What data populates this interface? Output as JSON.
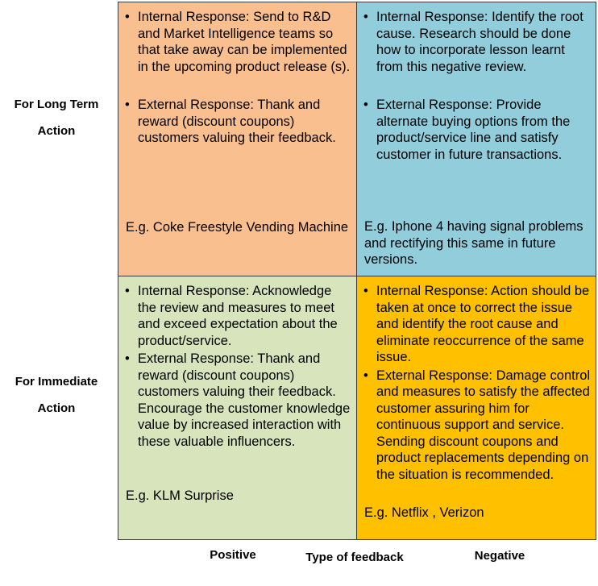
{
  "rows": {
    "long_term": {
      "line1": "For Long Term",
      "line2": "Action"
    },
    "immediate": {
      "line1": "For Immediate",
      "line2": "Action"
    }
  },
  "columns": {
    "positive": "Positive",
    "negative": "Negative"
  },
  "axis_label": "Type of feedback",
  "colors": {
    "long_term_positive": "#F9BF8F",
    "long_term_negative": "#92CDDC",
    "immediate_positive": "#D7E4BC",
    "immediate_negative": "#FFC000",
    "border": "#3a3a3a"
  },
  "quadrants": {
    "long_term_positive": {
      "internal": "Internal Response: Send to R&D and Market Intelligence teams so that take away can be implemented in the upcoming product release (s).",
      "external": "External Response: Thank and reward (discount coupons) customers valuing their feedback.",
      "example": "E.g. Coke Freestyle Vending Machine"
    },
    "long_term_negative": {
      "internal": "Internal Response: Identify the root cause. Research should be done how to incorporate lesson learnt from this negative review.",
      "external": "External Response: Provide alternate buying options from the product/service line and satisfy customer in future transactions.",
      "example": "E.g. Iphone 4 having signal problems and rectifying this same in future versions."
    },
    "immediate_positive": {
      "internal": "Internal Response: Acknowledge the review and measures to meet and exceed expectation about the product/service.",
      "external": "External Response: Thank and reward (discount coupons) customers valuing their feedback. Encourage the customer knowledge value by increased interaction with these valuable influencers.",
      "example": "E.g. KLM Surprise"
    },
    "immediate_negative": {
      "internal": "Internal Response: Action should be taken at once to correct the issue and identify the root cause and eliminate reoccurrence of the same issue.",
      "external": "External Response: Damage control and measures to satisfy the affected customer assuring him for continuous support and service. Sending discount coupons and product replacements depending on the situation is recommended.",
      "example": "E.g. Netflix , Verizon"
    }
  }
}
